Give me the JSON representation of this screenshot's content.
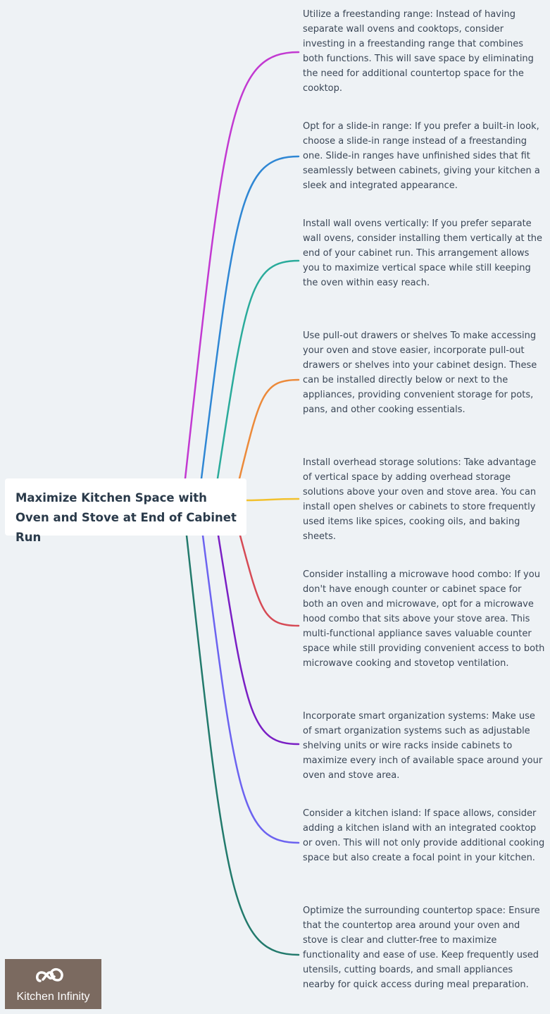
{
  "central_topic": "Maximize Kitchen Space with Oven and Stove at End of Cabinet Run",
  "branches": [
    {
      "text": "Utilize a freestanding range: Instead of having separate wall ovens and cooktops, consider investing in a freestanding range that combines both functions. This will save space by eliminating the need for additional countertop space for the cooktop.",
      "color": "#c239d1"
    },
    {
      "text": "Opt for a slide-in range: If you prefer a built-in look, choose a slide-in range instead of a freestanding one. Slide-in ranges have unfinished sides that fit seamlessly between cabinets, giving your kitchen a sleek and integrated appearance.",
      "color": "#2f87d4"
    },
    {
      "text": "Install wall ovens vertically: If you prefer separate wall ovens, consider installing them vertically at the end of your cabinet run. This arrangement allows you to maximize vertical space while still keeping the oven within easy reach.",
      "color": "#2aab9b"
    },
    {
      "text": "Use pull-out drawers or shelves To make accessing your oven and stove easier, incorporate pull-out drawers or shelves into your cabinet design. These can be installed directly below or next to the appliances, providing convenient storage for pots, pans, and other cooking essentials.",
      "color": "#ec8a3a"
    },
    {
      "text": "Install overhead storage solutions: Take advantage of vertical space by adding overhead storage solutions above your oven and stove area. You can install open shelves or cabinets to store frequently used items like spices, cooking oils, and baking sheets.",
      "color": "#f2c12e"
    },
    {
      "text": "Consider installing a microwave hood combo: If you don't have enough counter or cabinet space for both an oven and microwave, opt for a microwave hood combo that sits above your stove area. This multi-functional appliance saves valuable counter space while still providing convenient access to both microwave cooking and stovetop ventilation.",
      "color": "#d64a55"
    },
    {
      "text": "Incorporate smart organization systems: Make use of smart organization systems such as adjustable shelving units or wire racks inside cabinets to maximize every inch of available space around your oven and stove area.",
      "color": "#7a1fc4"
    },
    {
      "text": "Consider a kitchen island: If space allows, consider adding a kitchen island with an integrated cooktop or oven. This will not only provide additional cooking space but also create a focal point in your kitchen.",
      "color": "#6c63f0"
    },
    {
      "text": "Optimize the surrounding countertop space: Ensure that the countertop area around your oven and stove is clear and clutter-free to maximize functionality and ease of use. Keep frequently used utensils, cutting boards, and small appliances nearby for quick access during meal preparation.",
      "color": "#227a6c"
    }
  ],
  "logo": {
    "text": "Kitchen Infinity",
    "icon": "infinity-link-icon"
  }
}
